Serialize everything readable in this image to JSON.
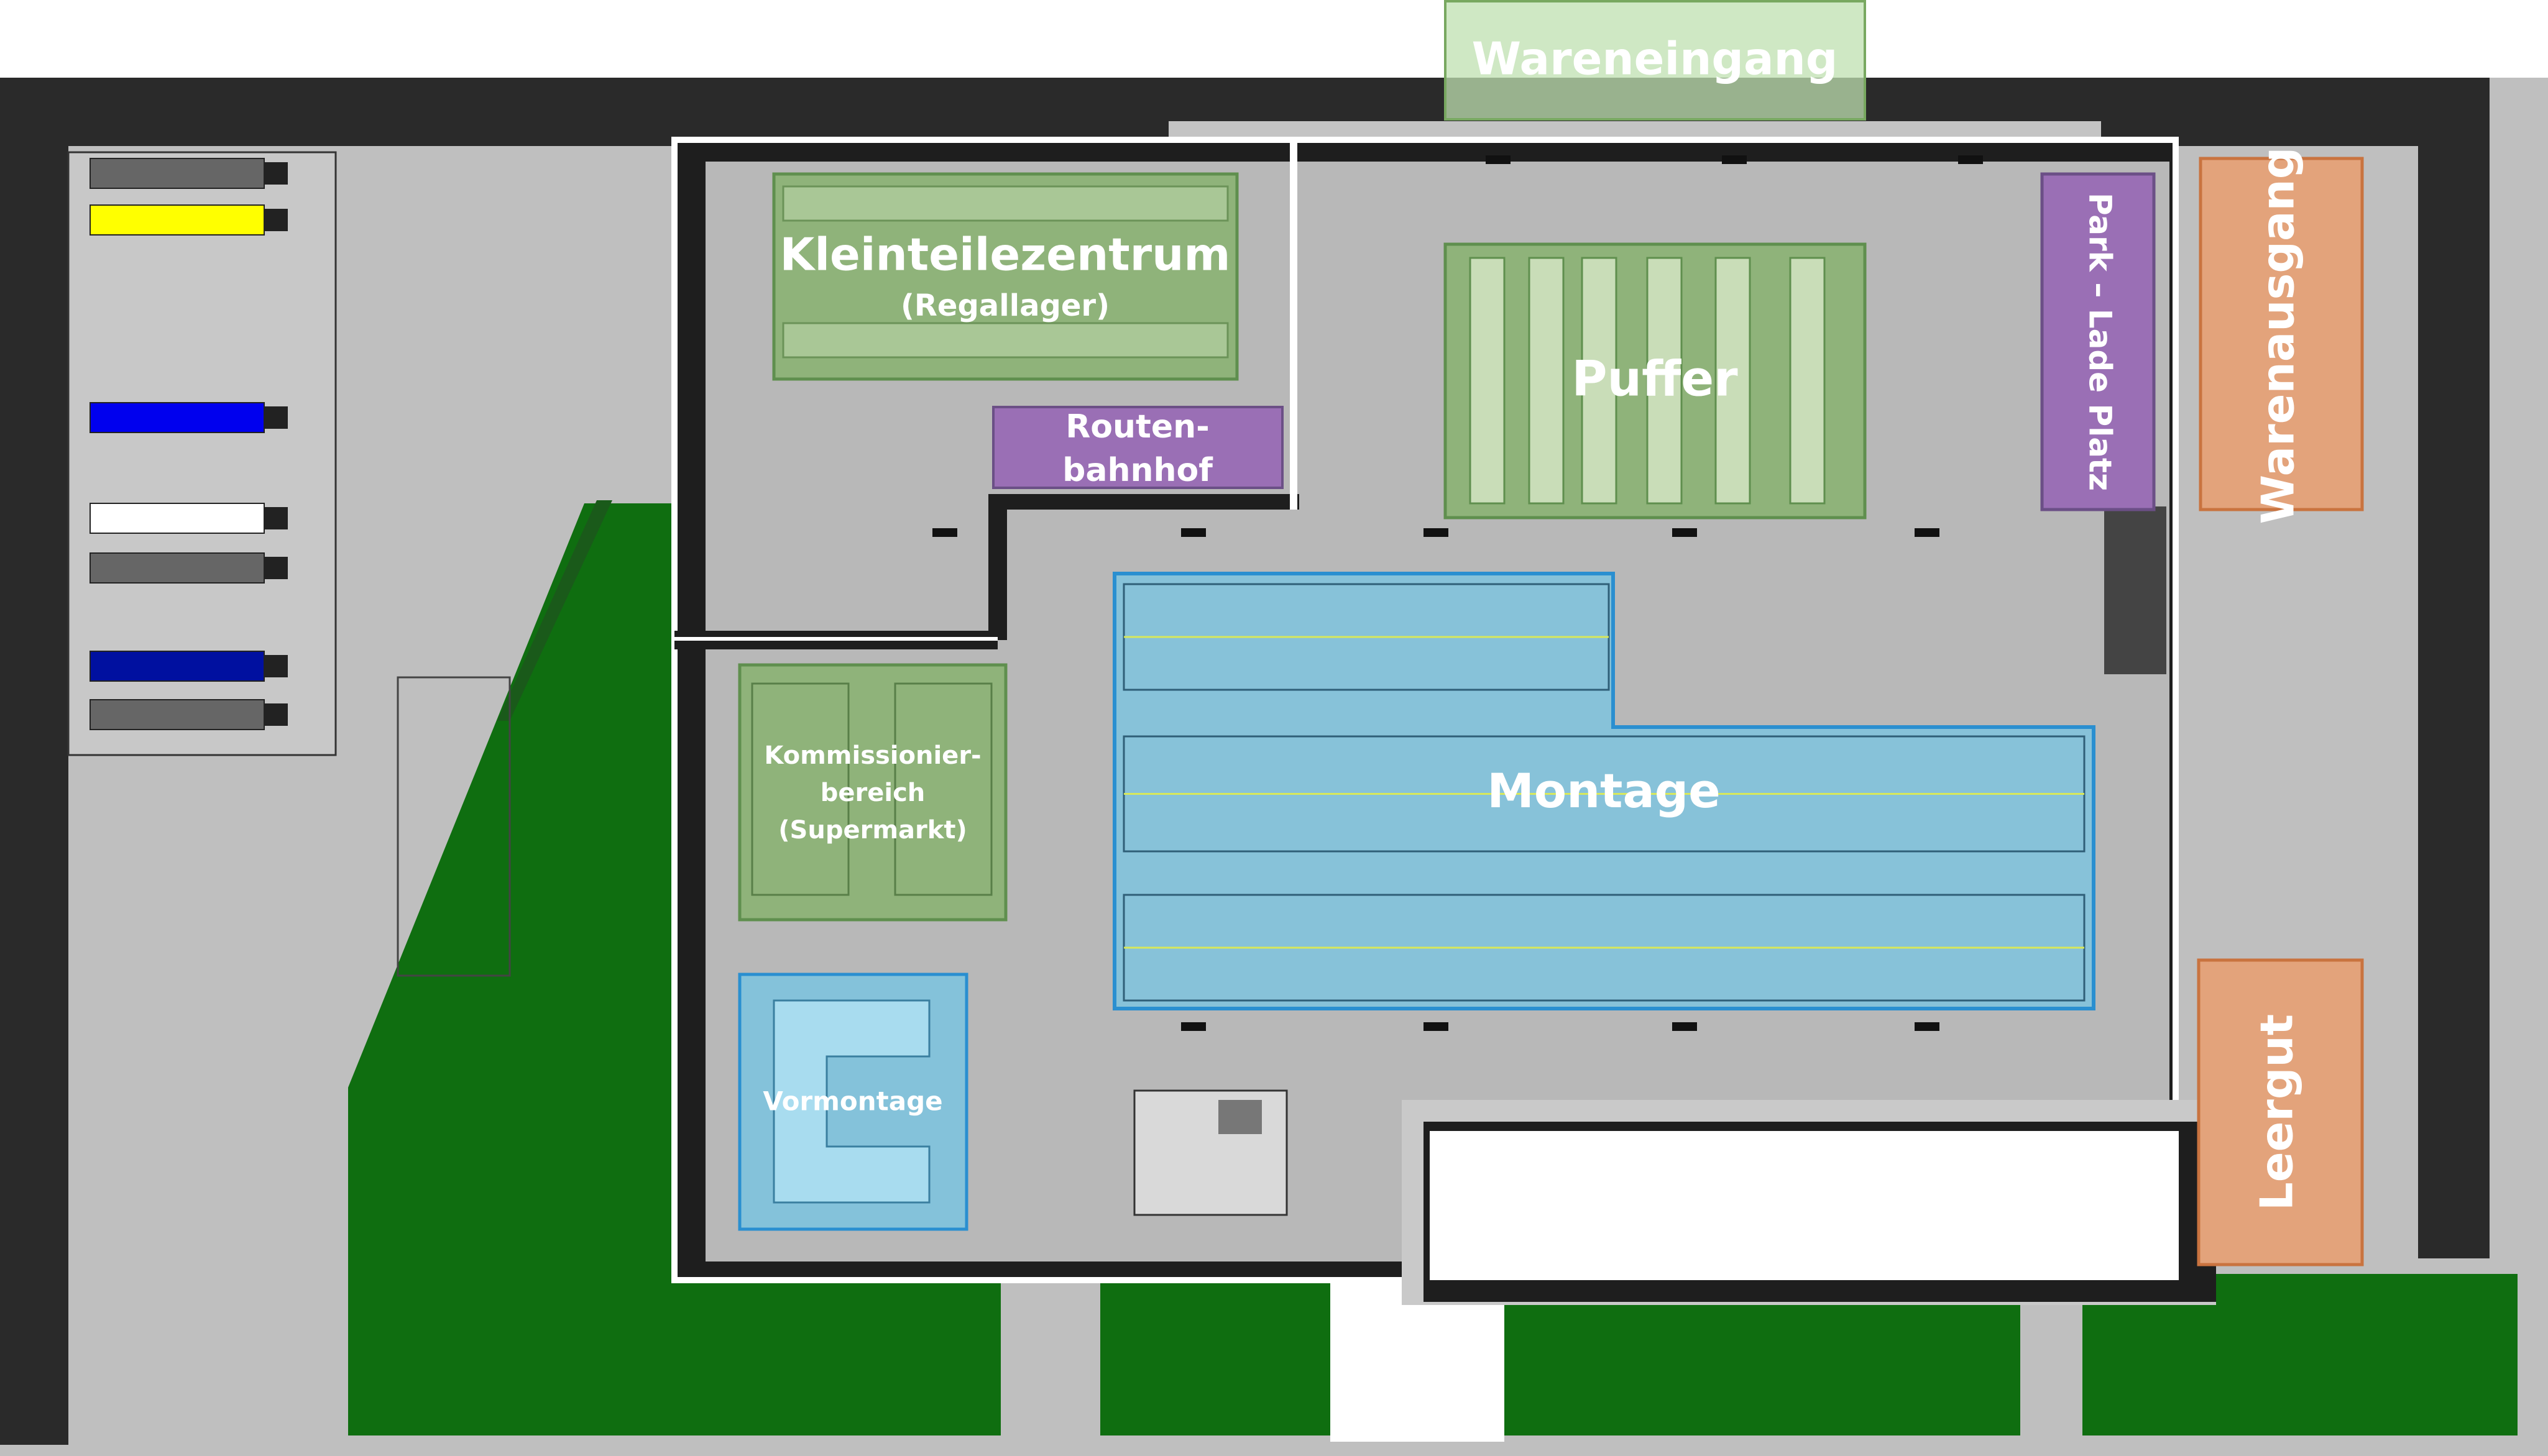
{
  "zones": {
    "wareneingang": "Wareneingang",
    "kleinteile_title": "Kleinteilezentrum",
    "kleinteile_sub": "(Regallager)",
    "routen_1": "Routen-",
    "routen_2": "bahnhof",
    "puffer": "Puffer",
    "park_lade": "Park – Lade Platz",
    "warenausgang": "Warenausgang",
    "kommission_1": "Kommissionier-",
    "kommission_2": "bereich",
    "kommission_3": "(Supermarkt)",
    "montage": "Montage",
    "vormontage": "Vormontage",
    "leergut": "Leergut"
  },
  "vehicles": [
    {
      "color": "#666666"
    },
    {
      "color": "#ffff00"
    },
    {
      "color": "#0000ee"
    },
    {
      "color": "#ffffff"
    },
    {
      "color": "#666666"
    },
    {
      "color": "#0010a0"
    },
    {
      "color": "#666666"
    }
  ],
  "colors": {
    "grass": "#0f6e10",
    "floor": "#b8b8b8",
    "wall": "#222222",
    "green_zone": "#8fb37a",
    "blue_zone": "#7ec3de",
    "purple_zone": "#9a6fb5",
    "orange_zone": "#e3a37b"
  }
}
